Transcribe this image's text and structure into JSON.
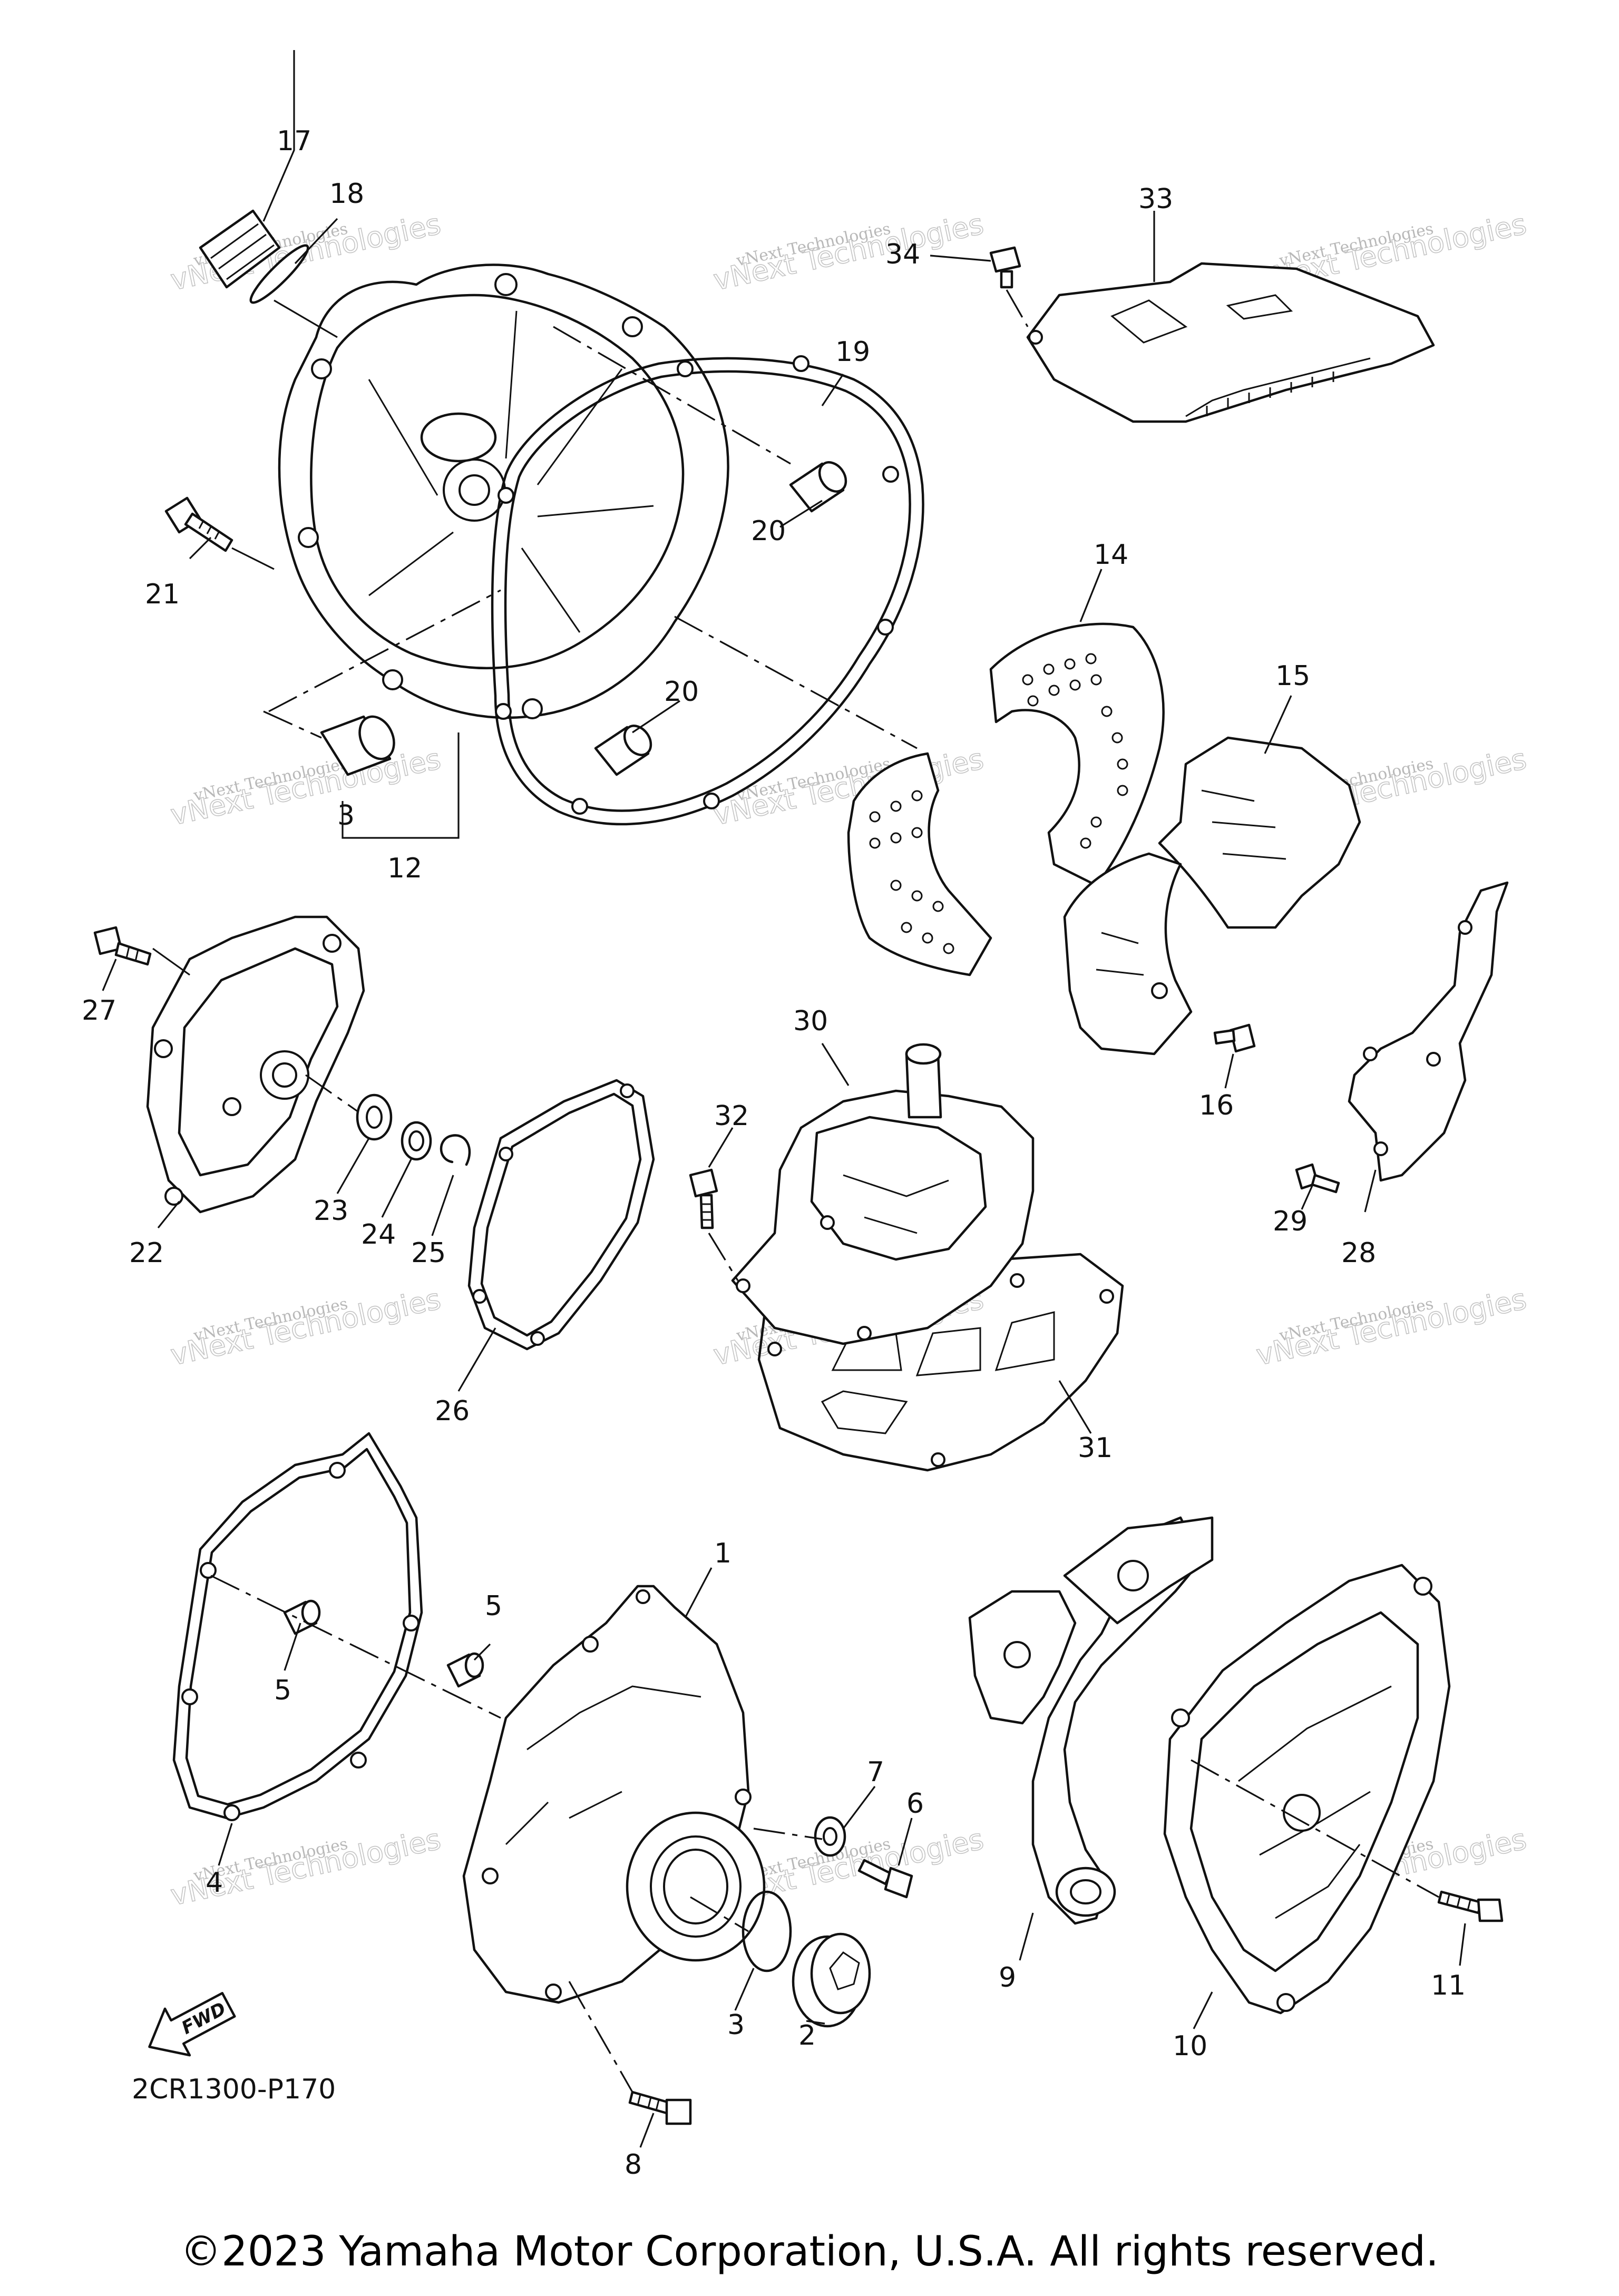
{
  "diagram_code": "2CR1300-P170",
  "copyright": "©2023 Yamaha Motor Corporation, U.S.A. All rights reserved.",
  "fwd_label": "FWD",
  "watermark": {
    "line1": "vNext Technologies",
    "line2": "vNext Technologies"
  },
  "callouts": {
    "c1": "1",
    "c2": "2",
    "c3a": "3",
    "c3b": "3",
    "c4": "4",
    "c5a": "5",
    "c5b": "5",
    "c6": "6",
    "c7": "7",
    "c8": "8",
    "c9": "9",
    "c10": "10",
    "c11": "11",
    "c12": "12",
    "c14": "14",
    "c15": "15",
    "c16": "16",
    "c17": "17",
    "c18": "18",
    "c19": "19",
    "c20a": "20",
    "c20b": "20",
    "c21": "21",
    "c22": "22",
    "c23": "23",
    "c24": "24",
    "c25": "25",
    "c26": "26",
    "c27": "27",
    "c28": "28",
    "c29": "29",
    "c30": "30",
    "c31": "31",
    "c32": "32",
    "c33": "33",
    "c34": "34"
  }
}
